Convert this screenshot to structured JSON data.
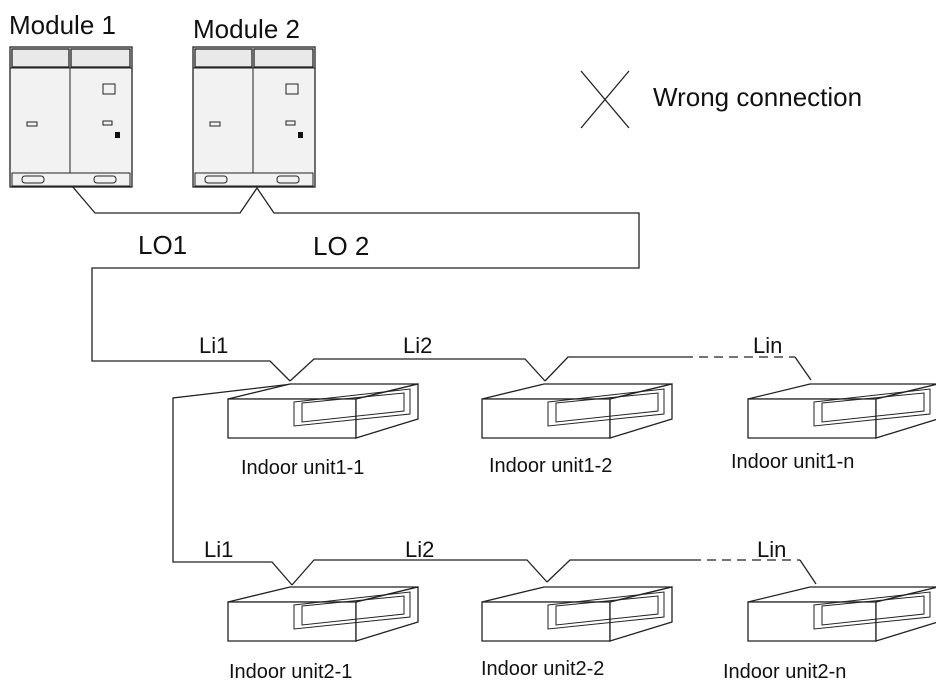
{
  "modules": [
    {
      "id": "module-1",
      "label": "Module 1"
    },
    {
      "id": "module-2",
      "label": "Module 2"
    }
  ],
  "pipes": {
    "lo1": "LO1",
    "lo2": "LO 2"
  },
  "legend": {
    "wrong_connection": "Wrong connection"
  },
  "branch_labels": {
    "row1": [
      "Li1",
      "Li2",
      "Lin"
    ],
    "row2": [
      "Li1",
      "Li2",
      "Lin"
    ]
  },
  "indoor_units": {
    "row1": [
      "Indoor unit1-1",
      "Indoor unit1-2",
      "Indoor unit1-n"
    ],
    "row2": [
      "Indoor unit2-1",
      "Indoor unit2-2",
      "Indoor unit2-n"
    ]
  },
  "colors": {
    "line": "#222222",
    "module_fill": "#f2f2f2",
    "background": "#ffffff"
  },
  "icons": {
    "outdoor_module": "outdoor-module-icon",
    "indoor_unit": "indoor-unit-icon",
    "wrong_mark": "cross-icon"
  }
}
